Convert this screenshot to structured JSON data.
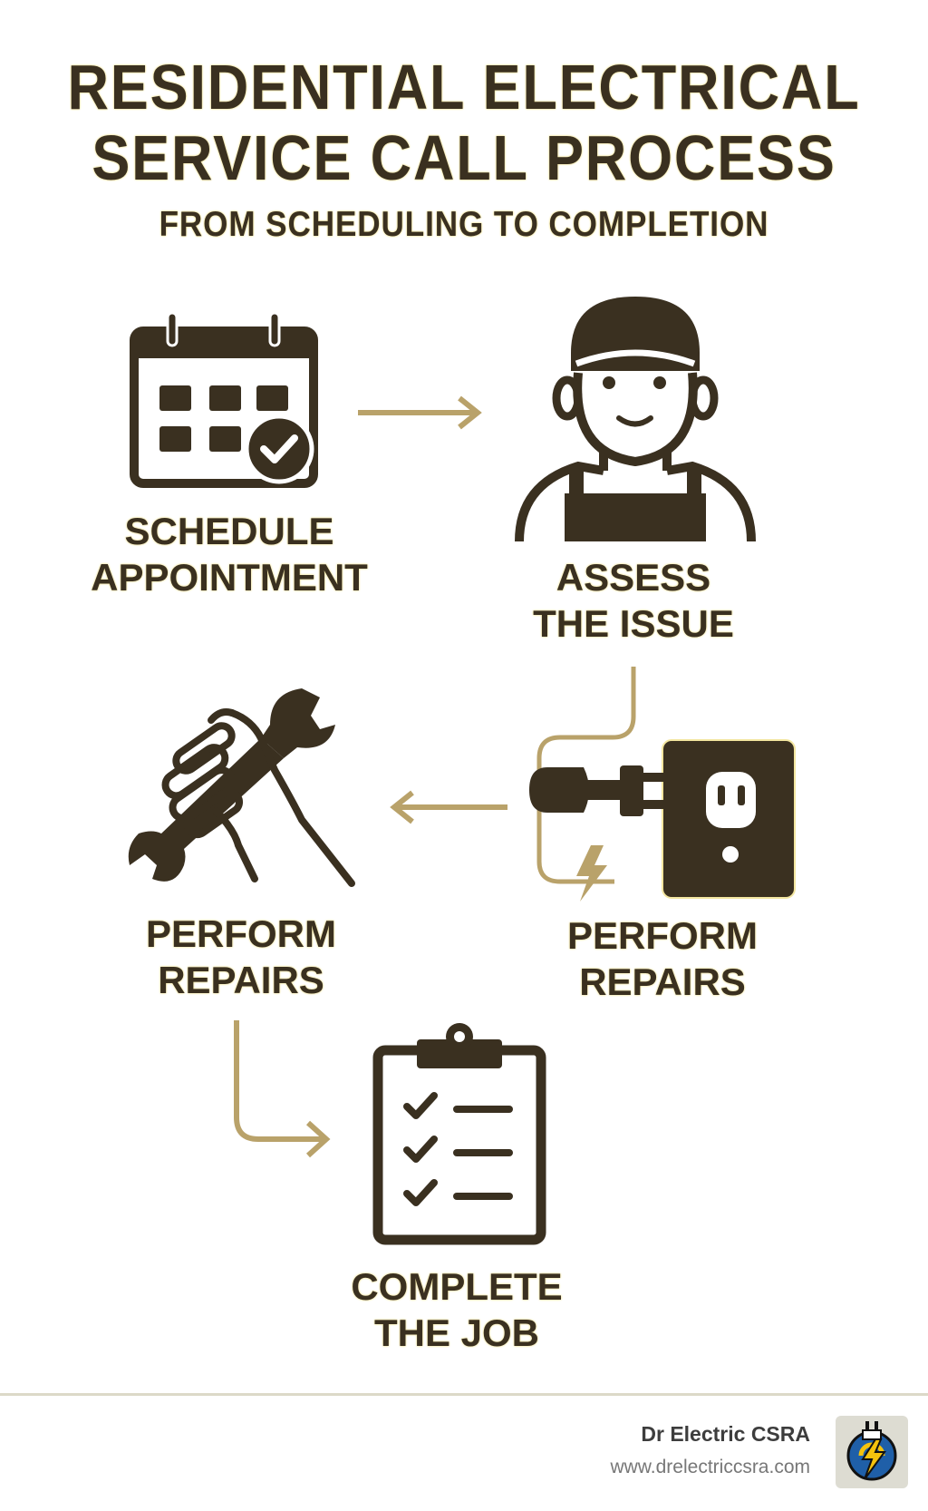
{
  "header": {
    "title_line1": "RESIDENTIAL ELECTRICAL",
    "title_line2": "SERVICE CALL PROCESS",
    "subtitle": "FROM SCHEDULING TO COMPLETION"
  },
  "steps": [
    {
      "line1": "SCHEDULE",
      "line2": "APPOINTMENT",
      "icon": "calendar-check-icon"
    },
    {
      "line1": "ASSESS",
      "line2": "THE ISSUE",
      "icon": "electrician-icon"
    },
    {
      "line1": "PERFORM",
      "line2": "REPAIRS",
      "icon": "plug-outlet-icon"
    },
    {
      "line1": "PERFORM",
      "line2": "REPAIRS",
      "icon": "hand-wrench-icon"
    },
    {
      "line1": "COMPLETE",
      "line2": "THE JOB",
      "icon": "clipboard-checklist-icon"
    }
  ],
  "footer": {
    "brand": "Dr Electric CSRA",
    "url": "www.drelectriccsra.com"
  },
  "colors": {
    "dark": "#3a3020",
    "accent": "#b9a26a"
  }
}
